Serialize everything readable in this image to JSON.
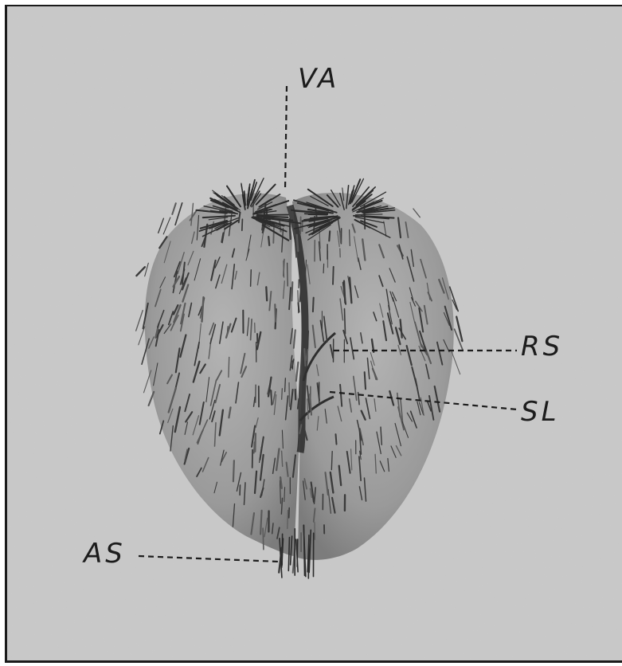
{
  "figure": {
    "labels": {
      "va": "VA",
      "rs": "RS",
      "sl": "SL",
      "as": "AS"
    },
    "colors": {
      "background": "#c9c9c9",
      "ink": "#1c1c1c",
      "specimen_light": "#a8a8a8",
      "specimen_dark": "#3a3a3a"
    }
  }
}
